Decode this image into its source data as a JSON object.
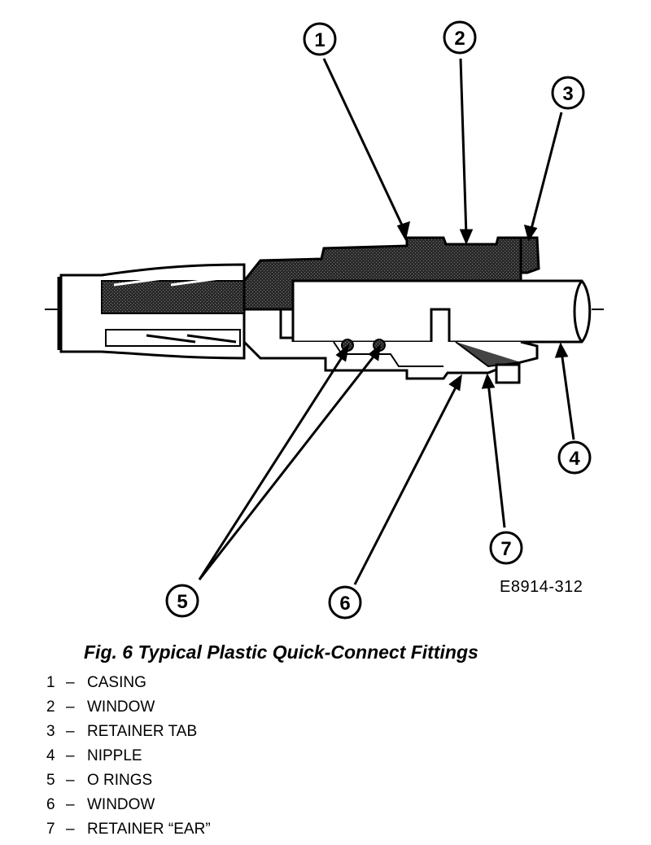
{
  "diagram": {
    "callouts": [
      "1",
      "2",
      "3",
      "4",
      "5",
      "6",
      "7"
    ]
  },
  "figure_code": "E8914-312",
  "caption": "Fig. 6 Typical Plastic Quick-Connect Fittings",
  "legend": [
    {
      "num": "1",
      "dash": "–",
      "label": "CASING"
    },
    {
      "num": "2",
      "dash": "–",
      "label": "WINDOW"
    },
    {
      "num": "3",
      "dash": "–",
      "label": "RETAINER TAB"
    },
    {
      "num": "4",
      "dash": "–",
      "label": "NIPPLE"
    },
    {
      "num": "5",
      "dash": "–",
      "label": "O RINGS"
    },
    {
      "num": "6",
      "dash": "–",
      "label": "WINDOW"
    },
    {
      "num": "7",
      "dash": "–",
      "label": "RETAINER “EAR”"
    }
  ]
}
